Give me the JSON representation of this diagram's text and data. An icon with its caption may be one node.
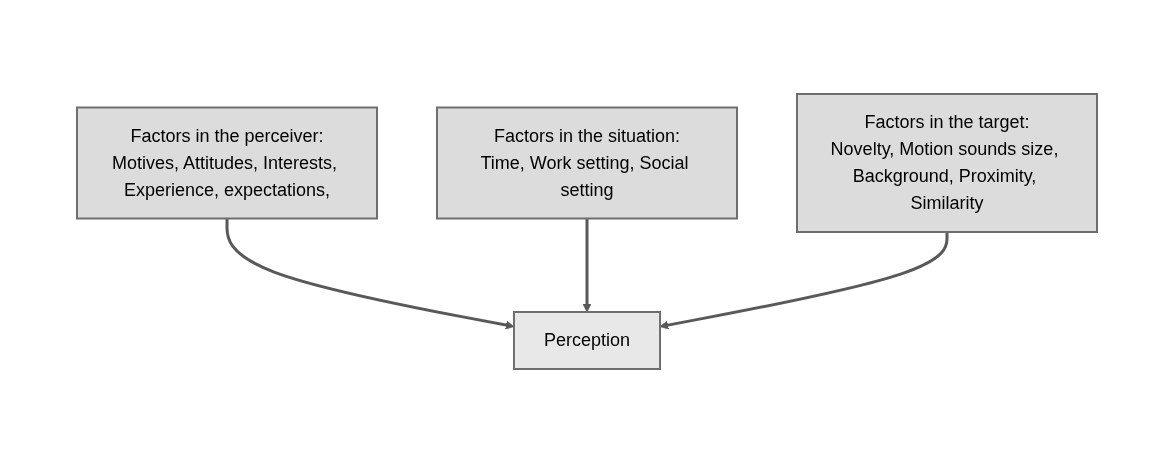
{
  "diagram": {
    "nodes": [
      {
        "text": [
          "Factors in the perceiver:",
          "Motives, Attitudes, Interests, Experience, expectations,"
        ]
      },
      {
        "text": [
          "Factors in the situation:",
          "Time, Work setting, Social setting"
        ]
      },
      {
        "text": [
          "Perception"
        ]
      },
      {
        "text": [
          "Factors in the target:",
          "Novelty, Motion sounds size, Background, Proximity, Similarity"
        ]
      }
    ],
    "edges": [
      {
        "from": 0,
        "to": 2,
        "arrow": "to"
      },
      {
        "from": 1,
        "to": 2,
        "arrow": "to"
      },
      {
        "from": 3,
        "to": 2,
        "arrow": "to"
      }
    ]
  }
}
